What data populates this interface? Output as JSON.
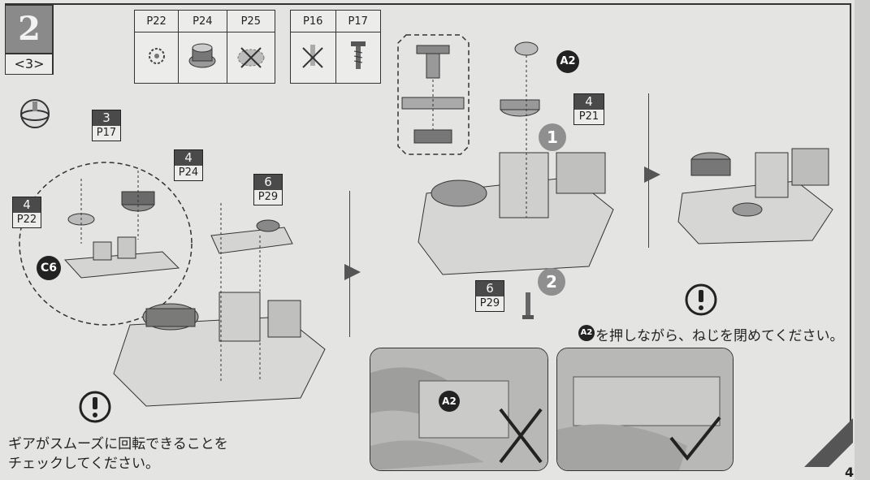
{
  "step": {
    "number": "2",
    "sub": "<3>"
  },
  "parts_table_1": {
    "headers": [
      "P22",
      "P24",
      "P25"
    ],
    "icons": [
      "small-gear-icon",
      "crown-gear-icon",
      "crossed-gear-icon"
    ]
  },
  "parts_table_2": {
    "headers": [
      "P16",
      "P17"
    ],
    "icons": [
      "crossed-screw-icon",
      "screw-icon"
    ]
  },
  "tags": {
    "t1": {
      "top": "3",
      "bot": "P17"
    },
    "t2": {
      "top": "4",
      "bot": "P24"
    },
    "t3": {
      "top": "4",
      "bot": "P22"
    },
    "t4": {
      "top": "6",
      "bot": "P29"
    },
    "t5": {
      "top": "4",
      "bot": "P21"
    },
    "t6": {
      "top": "6",
      "bot": "P29"
    }
  },
  "callouts": {
    "c6": "C6",
    "a2_top": "A2",
    "a2_photo": "A2",
    "a2_inline": "A2"
  },
  "numbers": {
    "n1": "1",
    "n2": "2"
  },
  "notes": {
    "screw_note": "を押しながら、ねじを閉めてください。",
    "gear_check_line1": "ギアがスムーズに回転できることを",
    "gear_check_line2": "チェックしてください。"
  },
  "page_corner": "4",
  "colors": {
    "paper": "#e4e4e2",
    "line": "#333333",
    "tag_dark": "#4a4a4a",
    "num_grey": "#8f8f8f"
  }
}
